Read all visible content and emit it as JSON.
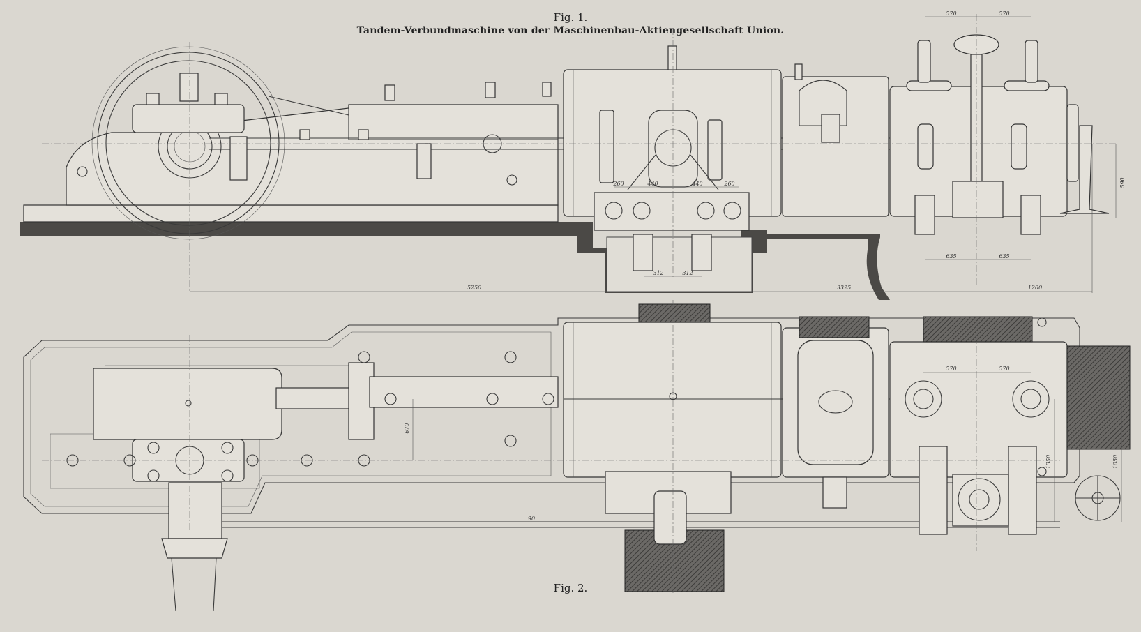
{
  "figure1": {
    "label": "Fig. 1.",
    "title": "Tandem-Verbundmaschine von der Maschinenbau-Aktiengesellschaft Union."
  },
  "figure2": {
    "label": "Fig. 2."
  },
  "dimensions": {
    "fig1_top_left": "570",
    "fig1_top_right": "570",
    "fig1_valve_a": "260",
    "fig1_valve_b": "440",
    "fig1_valve_c": "440",
    "fig1_valve_d": "260",
    "fig1_lower_left": "312",
    "fig1_lower_right": "312",
    "fig1_gear_left": "635",
    "fig1_gear_right": "635",
    "fig1_height": "590",
    "fig1_length_a": "5250",
    "fig1_length_b": "3325",
    "fig1_length_c": "1200",
    "fig2_top_left": "570",
    "fig2_top_right": "570",
    "fig2_width": "670",
    "fig2_side_a": "1350",
    "fig2_side_b": "1050",
    "fig2_rod": "90"
  }
}
